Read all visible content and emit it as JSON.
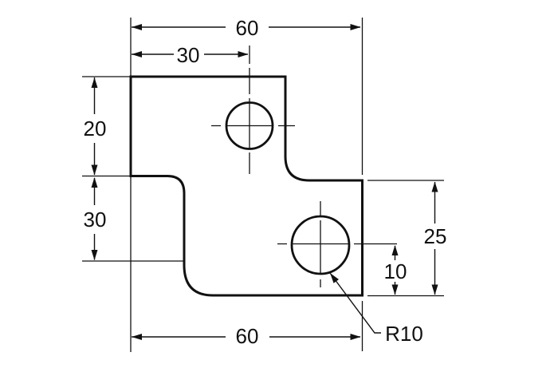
{
  "drawing": {
    "title": "dimensioned-part-drawing",
    "background_color": "#ffffff",
    "line_color": "#111111",
    "dimensions": {
      "top_width": "60",
      "top_hole_offset": "30",
      "left_upper_height": "20",
      "left_lower_height": "30",
      "right_height": "25",
      "right_hole_offset": "10",
      "bottom_width": "60",
      "radius_callout": "R10"
    },
    "features": {
      "holes": 2,
      "fillets": 3
    }
  }
}
